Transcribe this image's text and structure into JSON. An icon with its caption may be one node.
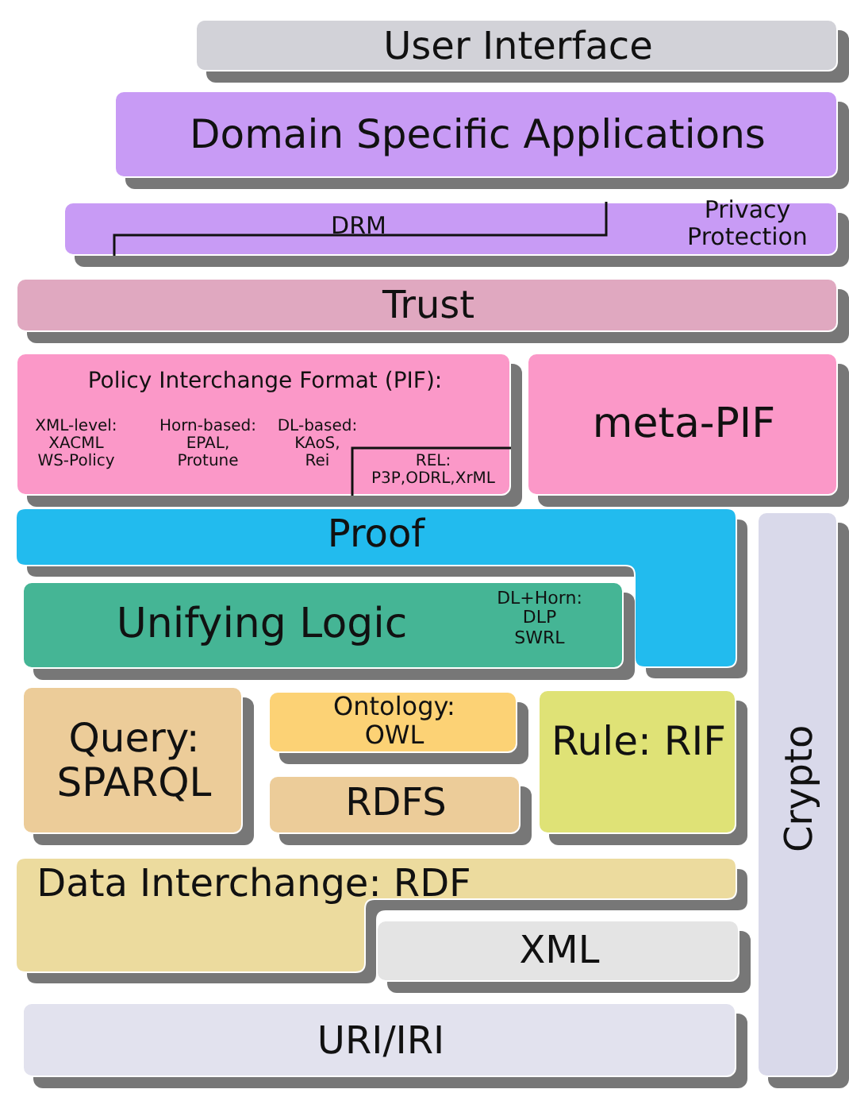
{
  "diagram": {
    "nodes": [
      {
        "text": [
          "User Interface"
        ]
      },
      {
        "text": [
          "Domain Specific Applications"
        ]
      },
      {
        "text": [
          "DRM",
          "Privacy Protection"
        ]
      },
      {
        "text": [
          "Trust"
        ]
      },
      {
        "text": [
          "Policy Interchange Format (PIF):",
          "XML-level: XACML WS-Policy",
          "Horn-based: EPAL, Protune",
          "DL-based: KAoS, Rei",
          "REL: P3P,ODRL,XrML"
        ]
      },
      {
        "text": [
          "meta-PIF"
        ]
      },
      {
        "text": [
          "Proof"
        ]
      },
      {
        "text": [
          "Unifying Logic",
          "DL+Horn: DLP SWRL"
        ]
      },
      {
        "text": [
          "Query: SPARQL"
        ]
      },
      {
        "text": [
          "Ontology: OWL"
        ]
      },
      {
        "text": [
          "RDFS"
        ]
      },
      {
        "text": [
          "Rule: RIF"
        ]
      },
      {
        "text": [
          "Data Interchange: RDF"
        ]
      },
      {
        "text": [
          "XML"
        ]
      },
      {
        "text": [
          "URI/IRI"
        ]
      },
      {
        "text": [
          "Crypto"
        ]
      }
    ]
  }
}
